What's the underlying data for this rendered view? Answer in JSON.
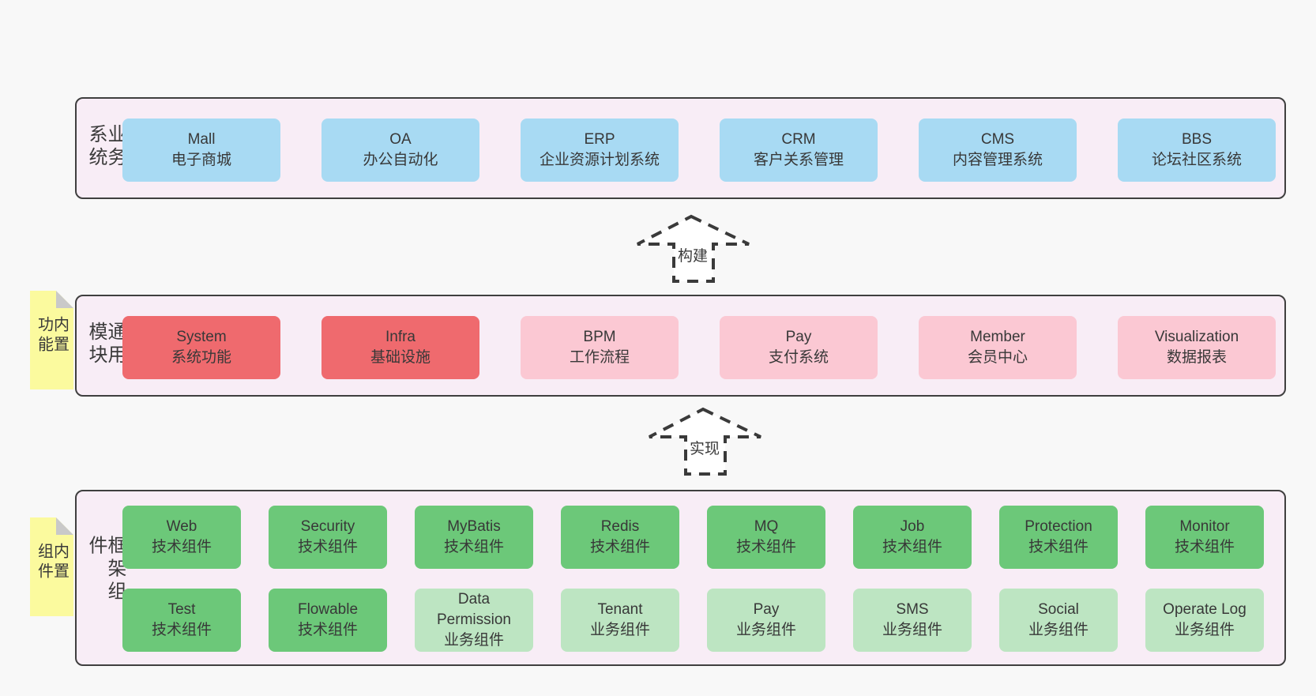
{
  "colors": {
    "page_bg": "#f8f8f8",
    "panel_bg": "#f8edf6",
    "panel_border": "#3f3f3f",
    "blue_box": "#a8daf3",
    "red_box": "#ef6a6e",
    "pink_box": "#fbc8d3",
    "green_box": "#6cc879",
    "light_green_box": "#bde5c2",
    "tab_yellow": "#fbfa9e",
    "fold_gray": "#c9c9c9",
    "text": "#3a3a3a"
  },
  "arrows": {
    "build_label": "构建",
    "implement_label": "实现"
  },
  "sections": {
    "business": {
      "label": "业务系统",
      "items": [
        {
          "en": "Mall",
          "zh": "电子商城",
          "variant": "blue"
        },
        {
          "en": "OA",
          "zh": "办公自动化",
          "variant": "blue"
        },
        {
          "en": "ERP",
          "zh": "企业资源计划系统",
          "variant": "blue"
        },
        {
          "en": "CRM",
          "zh": "客户关系管理",
          "variant": "blue"
        },
        {
          "en": "CMS",
          "zh": "内容管理系统",
          "variant": "blue"
        },
        {
          "en": "BBS",
          "zh": "论坛社区系统",
          "variant": "blue"
        }
      ]
    },
    "modules": {
      "tab": "内置功能",
      "label": "通用模块",
      "items": [
        {
          "en": "System",
          "zh": "系统功能",
          "variant": "red"
        },
        {
          "en": "Infra",
          "zh": "基础设施",
          "variant": "red"
        },
        {
          "en": "BPM",
          "zh": "工作流程",
          "variant": "pink"
        },
        {
          "en": "Pay",
          "zh": "支付系统",
          "variant": "pink"
        },
        {
          "en": "Member",
          "zh": "会员中心",
          "variant": "pink"
        },
        {
          "en": "Visualization",
          "zh": "数据报表",
          "variant": "pink"
        }
      ]
    },
    "components": {
      "tab": "内置组件",
      "label": "框架组件",
      "row1": [
        {
          "en": "Web",
          "zh": "技术组件",
          "variant": "green"
        },
        {
          "en": "Security",
          "zh": "技术组件",
          "variant": "green"
        },
        {
          "en": "MyBatis",
          "zh": "技术组件",
          "variant": "green"
        },
        {
          "en": "Redis",
          "zh": "技术组件",
          "variant": "green"
        },
        {
          "en": "MQ",
          "zh": "技术组件",
          "variant": "green"
        },
        {
          "en": "Job",
          "zh": "技术组件",
          "variant": "green"
        },
        {
          "en": "Protection",
          "zh": "技术组件",
          "variant": "green"
        },
        {
          "en": "Monitor",
          "zh": "技术组件",
          "variant": "green"
        }
      ],
      "row2": [
        {
          "en": "Test",
          "zh": "技术组件",
          "variant": "green"
        },
        {
          "en": "Flowable",
          "zh": "技术组件",
          "variant": "green"
        },
        {
          "en": "Data\nPermission",
          "zh": "业务组件",
          "variant": "lightgreen"
        },
        {
          "en": "Tenant",
          "zh": "业务组件",
          "variant": "lightgreen"
        },
        {
          "en": "Pay",
          "zh": "业务组件",
          "variant": "lightgreen"
        },
        {
          "en": "SMS",
          "zh": "业务组件",
          "variant": "lightgreen"
        },
        {
          "en": "Social",
          "zh": "业务组件",
          "variant": "lightgreen"
        },
        {
          "en": "Operate Log",
          "zh": "业务组件",
          "variant": "lightgreen"
        }
      ]
    }
  }
}
